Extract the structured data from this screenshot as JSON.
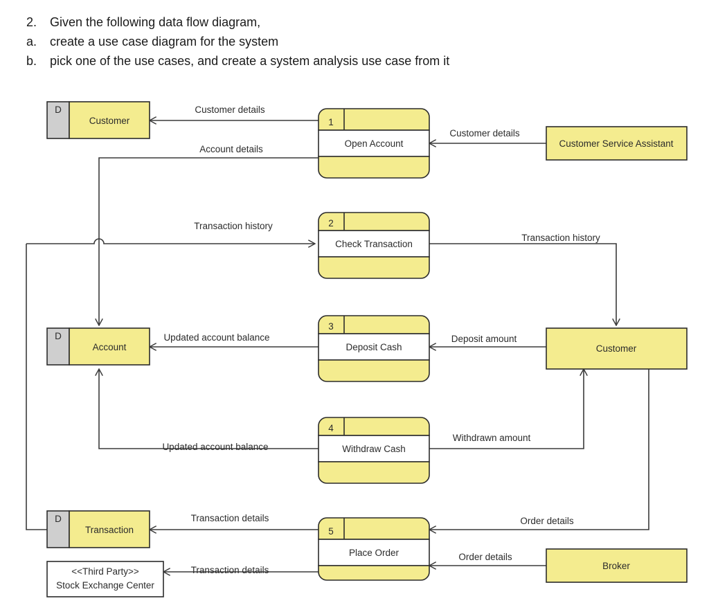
{
  "header": {
    "lines": [
      {
        "marker": "2.",
        "text": "Given the following data flow diagram,"
      },
      {
        "marker": "a.",
        "text": "create a use case diagram for the system"
      },
      {
        "marker": "b.",
        "text": "pick one of the use cases, and create a system analysis use case from it"
      }
    ]
  },
  "colors": {
    "entity_fill": "#f4ec8f",
    "datastore_key_fill": "#cfcfcf",
    "process_band_fill": "#f4ec8f",
    "process_name_fill": "#ffffff",
    "stroke": "#2b2b2b",
    "edge_stroke": "#3a3a3a"
  },
  "diagram": {
    "type": "data-flow-diagram",
    "processes": [
      {
        "id": "p1",
        "number": "1",
        "name": "Open Account"
      },
      {
        "id": "p2",
        "number": "2",
        "name": "Check Transaction"
      },
      {
        "id": "p3",
        "number": "3",
        "name": "Deposit Cash"
      },
      {
        "id": "p4",
        "number": "4",
        "name": "Withdraw Cash"
      },
      {
        "id": "p5",
        "number": "5",
        "name": "Place Order"
      }
    ],
    "datastores": [
      {
        "id": "d1",
        "key": "D",
        "name": "Customer"
      },
      {
        "id": "d2",
        "key": "D",
        "name": "Account"
      },
      {
        "id": "d3",
        "key": "D",
        "name": "Transaction"
      }
    ],
    "entities": [
      {
        "id": "e1",
        "name": "Customer Service Assistant"
      },
      {
        "id": "e2",
        "name": "Customer"
      },
      {
        "id": "e3",
        "name": "Broker"
      }
    ],
    "external_systems": [
      {
        "id": "x1",
        "stereotype": "<<Third Party>>",
        "name": "Stock Exchange Center"
      }
    ],
    "flows": [
      {
        "id": "f1",
        "label": "Customer details",
        "from": "p1",
        "to": "d1"
      },
      {
        "id": "f2",
        "label": "Customer details",
        "from": "e1",
        "to": "p1"
      },
      {
        "id": "f3",
        "label": "Account details",
        "from": "p1",
        "to": "d2"
      },
      {
        "id": "f4",
        "label": "Transaction history",
        "from": "d3",
        "to": "p2"
      },
      {
        "id": "f5",
        "label": "Transaction history",
        "from": "p2",
        "to": "e2"
      },
      {
        "id": "f6",
        "label": "Updated account balance",
        "from": "p3",
        "to": "d2"
      },
      {
        "id": "f7",
        "label": "Deposit amount",
        "from": "e2",
        "to": "p3"
      },
      {
        "id": "f8",
        "label": "Updated account balance",
        "from": "p4",
        "to": "d2"
      },
      {
        "id": "f9",
        "label": "Withdrawn amount",
        "from": "p4",
        "to": "e2"
      },
      {
        "id": "f10",
        "label": "Transaction details",
        "from": "p5",
        "to": "d3"
      },
      {
        "id": "f11",
        "label": "Order details",
        "from": "e2",
        "to": "p5"
      },
      {
        "id": "f12",
        "label": "Order details",
        "from": "e3",
        "to": "p5"
      },
      {
        "id": "f13",
        "label": "Transaction details",
        "from": "p5",
        "to": "x1"
      }
    ]
  }
}
